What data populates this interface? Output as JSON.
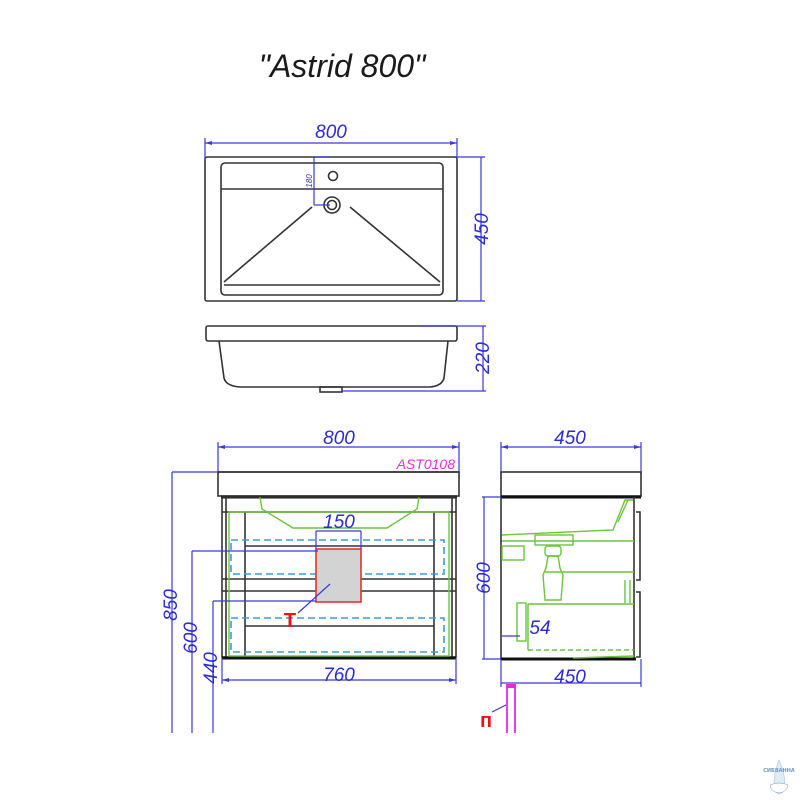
{
  "title": "\"Astrid 800\"",
  "top_view": {
    "width_label": "800",
    "depth_label": "450",
    "tap_offset_label": "180"
  },
  "side_view_basin": {
    "height_label": "220"
  },
  "front_view": {
    "width_label": "800",
    "model_code": "AST0108",
    "inner_width_label": "760",
    "pipe_zone_label": "150",
    "height_total_label": "850",
    "height_600_label": "600",
    "height_440_label": "440",
    "mark_label": "T"
  },
  "profile_view": {
    "depth_top_label": "450",
    "depth_bottom_label": "450",
    "height_label": "600",
    "offset_label": "54",
    "mark_label": "п"
  },
  "watermark": {
    "text": "СИБВАННА"
  },
  "colors": {
    "dimension": "#2b2bd6",
    "plumbing": "#6cc43a",
    "drawer_dash": "#3b9ae0",
    "model_code": "#ee2ad8",
    "mark": "#e8141a",
    "outline": "#333333"
  }
}
